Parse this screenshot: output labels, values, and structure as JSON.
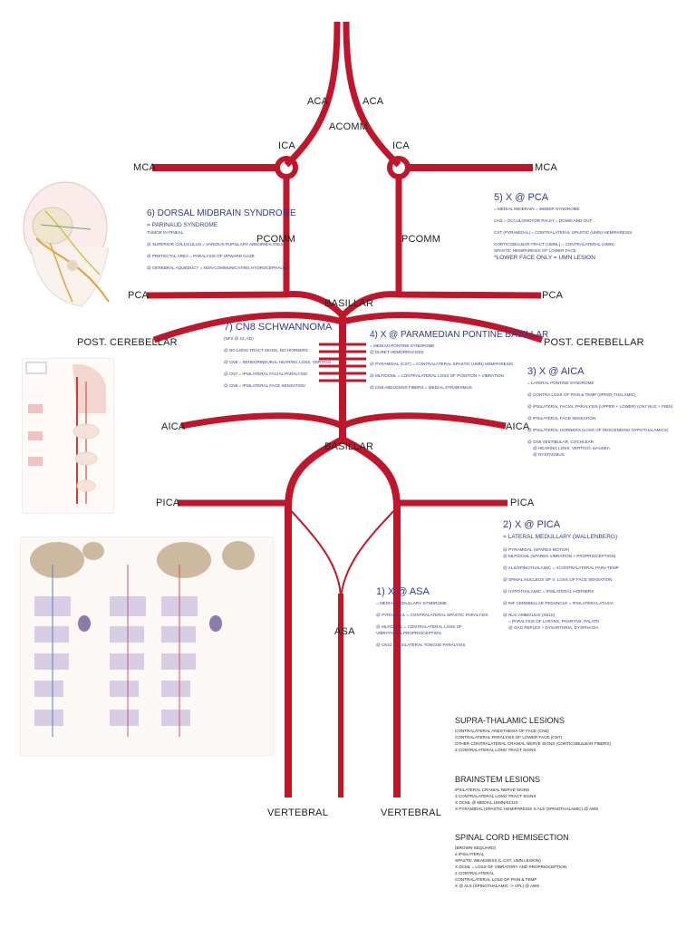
{
  "colors": {
    "artery": "#c0162b",
    "note_text": "#2f3a8f",
    "label_text": "#222222"
  },
  "labels": {
    "aca_left": "ACA",
    "aca_right": "ACA",
    "acomm": "ACOMM",
    "ica_left": "ICA",
    "ica_right": "ICA",
    "mca_left": "MCA",
    "mca_right": "MCA",
    "pcomm_left": "PCOMM",
    "pcomm_right": "PCOMM",
    "pca_left": "PCA",
    "pca_right": "PCA",
    "basillar_top": "BASILLAR",
    "basillar_bottom": "BASILLAR",
    "post_cerebellar_left": "POST. CEREBELLAR",
    "post_cerebellar_right": "POST. CEREBELLAR",
    "aica_left": "AICA",
    "aica_right": "AICA",
    "pica_left": "PICA",
    "pica_right": "PICA",
    "asa": "ASA",
    "vertebral_left": "VERTEBRAL",
    "vertebral_right": "VERTEBRAL"
  },
  "notes": {
    "dorsal_midbrain": {
      "title": "6) DORSAL MIDBRAIN SYNDROME",
      "lines": [
        "= PARINAUD SYNDROME",
        "TUMOR IN PINEAL",
        "@ SUPERIOR COLLICULUS = VARIOUS PUPILLARY ABNORMALITIES",
        "@ PRETECTAL AREA = PARALYSIS OF UPWARD GAZE",
        "@ CEREBRAL AQUEDUCT = NON-COMMUNICATING HYDROCEPHALUS"
      ]
    },
    "pca": {
      "title": "5) X @ PCA",
      "lines": [
        "= MEDIAL MIDBRAIN = WEBER SYNDROME",
        "CN3 = OCCULOMOTOR PALSY = DOWN AND OUT",
        "CST (PYRAMIDAL) = CONTRALATERAL SPASTIC (UMN) HEMIPARESIS",
        "CORTICOBULBAR TRACT (UMNL) = CONTRALATERAL (UMN)",
        "SPASTIC HEMIPARESIS OF LOWER FACE",
        "*LOWER FACE ONLY = UMN LESION"
      ]
    },
    "schwannoma": {
      "title": "7) CN8 SCHWANNOMA",
      "lines": [
        "(NF2 @ 22, AD)",
        "@ NO LONG TRACT SIGNS, NO HORNERS",
        "@ CN8 = SENSORINEURAL HEARING LOSS, VERTIGO",
        "@ CN7 = IPSILATERAL FACIAL PARALYSIS",
        "@ CN5 = IPSILATERAL FACE SENSATION"
      ]
    },
    "paramedian": {
      "title": "4) X @ PARAMEDIAN PONTINE BASILLAR",
      "lines": [
        "= MEDIAN PONTINE SYNDROME",
        "@ DURET HEMORRHAGES",
        "@ PYRAMIDAL (CST) = CONTRALATERAL SPASTIC (UMN) HEMIPARESIS",
        "@ MLF/DCML = CONTRALATERAL LOSS OF POSITION + VIBRATION",
        "@ CN6 ABDUCENS FIBERS = MEDIAL STRABISMUS"
      ]
    },
    "aica": {
      "title": "3) X @ AICA",
      "lines": [
        "= LATERAL PONTINE SYNDROME",
        "@ CONTRA LOSS OF PAIN & TEMP (SPINO-THALAMIC)",
        "@ IPSILATERAL FACIAL PARALYSIS (UPPER + LOWER) (CN7 NUC + FIBS)",
        "@ IPSILATERAL FACE SENSATION",
        "@ IPSILATERAL HORNERS (LOSS OF DESCENDING HYPOTHALAMICS)",
        "@ CN8 VESTIBULAR, COCHLEAR",
        "@ HEARING LOSS, VERTIGO, NAUSEA",
        "@ NYSTAGMUS"
      ]
    },
    "pica": {
      "title": "2) X @ PICA",
      "lines": [
        "= LATERAL MEDULLARY (WALLENBERG)",
        "@ PYRAMIDAL (SPARES MOTOR)",
        "@ MLF/DCML (SPARES VIBRATION + PROPRIOCEPTION)",
        "@ ALS/SPINOTHALAMIC = XCONTRALATERAL PAIN+TEMP",
        "@ SPINAL NUCLEUS OF V: LOSS OF FACE SENSATION",
        "@ HYPOTHALAMIC = IPSILATERAL HORNERS",
        "@ INF CEREBELLAR PEDUNCLE = IPSILATERAL ATAXIA",
        "@ NUC AMBIGUUS (X&10)",
        "= PARALYSIS OF LARYNX, PHARYNX, PALATE",
        "@ GAG REFLEX + DYSARTHRIA, DYSPHAGIA"
      ]
    },
    "asa": {
      "title": "1) X @ ASA",
      "lines": [
        "= MEDIAL MEDULLARY SYNDROME",
        "@ PYRAMIDAL = CONTRALATERAL SPASTIC PARALYSIS",
        "@ MLF/DCML = CONTRALATERAL LOSS OF",
        "VIBRATION & PROPRIOCEPTION",
        "@ CN12 = IPSILATERAL TONGUE PARALYSIS"
      ]
    }
  },
  "legend": {
    "supra": {
      "title": "SUPRA-THALAMIC LESIONS",
      "lines": [
        "CONTRALATERAL ANESTHESIA OF FACE (CN5)",
        "CONTRALATERAL PARALYSIS OF LOWER FACE (CN7)",
        "OTHER CONTRALATERAL CRANIAL NERVE SIGNS (CORTICOBULBAR FIBERS)",
        "3 CONTRALATERAL LONG TRACT SIGNS"
      ]
    },
    "brainstem": {
      "title": "BRAINSTEM LESIONS",
      "lines": [
        "IPSILATERAL CRANIAL NERVE SIGNS",
        "3 CONTRALATERAL LONG TRACT SIGNS",
        "X DCML @ MEDIAL LEMNISCUS",
        "X PYRAMIDAL (SPASTIC HEMIPARESIS X ALS (SPINOTHALAMIC) @ AWS"
      ]
    },
    "spinal": {
      "title": "SPINAL CORD HEMISECTION",
      "lines": [
        "(BROWN-SEQUARD)",
        "2 IPSILATERAL",
        "SPASTIC WEAKNESS (L.CST, UMN LESION)",
        "X DCML = LOSS OF VIBRATORY AND PROPRIOCEPTION",
        "1 CONTRALATERAL",
        "CONTRALATERAL LOSS OF PAIN & TEMP",
        "X @ ALS (SPINOTHALAMIC -> VPL) @ AWS"
      ]
    }
  }
}
